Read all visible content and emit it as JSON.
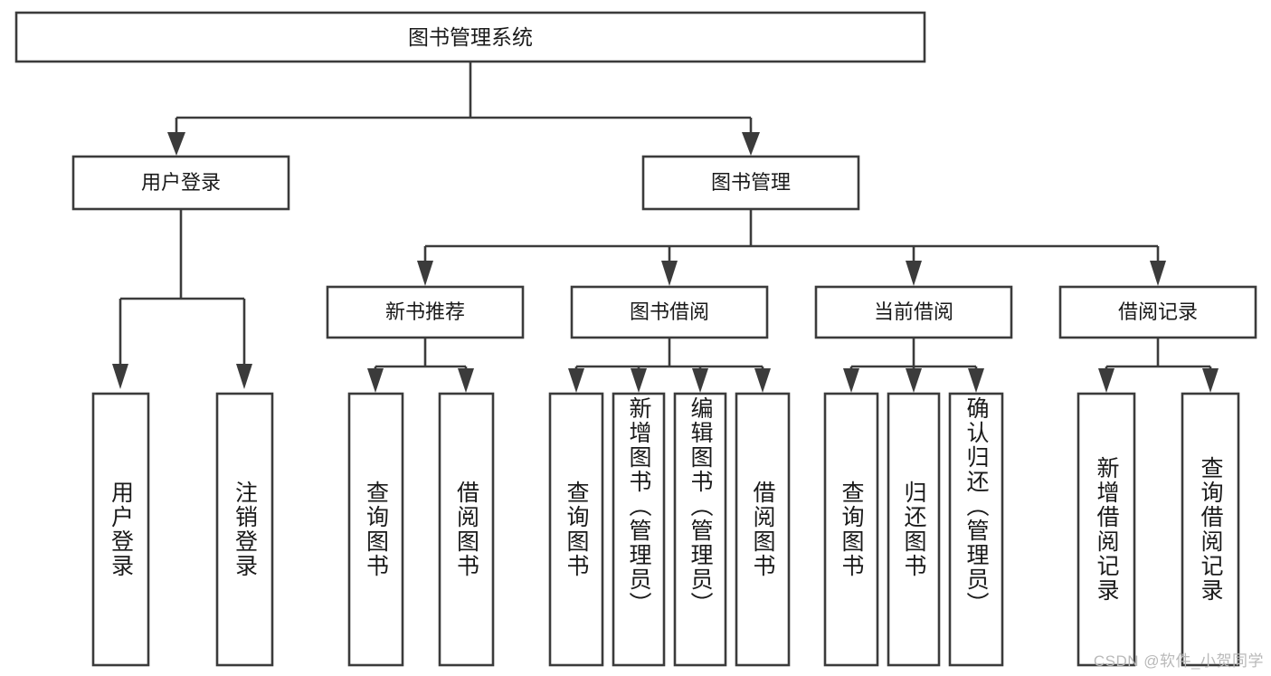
{
  "diagram": {
    "title": "图书管理系统",
    "type": "hierarchy-tree",
    "watermark": "CSDN @软件_小贺同学",
    "colors": {
      "stroke": "#3b3b3b",
      "box_fill": "#ffffff",
      "text": "#1a1a1a",
      "background": "#ffffff",
      "watermark": "#b9b9b9"
    }
  },
  "root": {
    "label": "图书管理系统"
  },
  "level2": [
    {
      "id": "user-login",
      "label": "用户登录"
    },
    {
      "id": "book-manage",
      "label": "图书管理"
    }
  ],
  "level3": [
    {
      "id": "new-book-recommend",
      "label": "新书推荐",
      "parent": "book-manage"
    },
    {
      "id": "book-borrow",
      "label": "图书借阅",
      "parent": "book-manage"
    },
    {
      "id": "current-borrow",
      "label": "当前借阅",
      "parent": "book-manage"
    },
    {
      "id": "borrow-record",
      "label": "借阅记录",
      "parent": "book-manage"
    }
  ],
  "leaves": {
    "user_login": [
      {
        "id": "leaf-user-login",
        "label": "用户登录"
      },
      {
        "id": "leaf-logout",
        "label": "注销登录"
      }
    ],
    "new_book_recommend": [
      {
        "id": "leaf-query-book-1",
        "label": "查询图书"
      },
      {
        "id": "leaf-borrow-book-1",
        "label": "借阅图书"
      }
    ],
    "book_borrow": [
      {
        "id": "leaf-query-book-2",
        "label": "查询图书"
      },
      {
        "id": "leaf-add-book",
        "label": "新增图书（管理员）"
      },
      {
        "id": "leaf-edit-book",
        "label": "编辑图书（管理员）"
      },
      {
        "id": "leaf-borrow-book-2",
        "label": "借阅图书"
      }
    ],
    "current_borrow": [
      {
        "id": "leaf-query-book-3",
        "label": "查询图书"
      },
      {
        "id": "leaf-return-book",
        "label": "归还图书"
      },
      {
        "id": "leaf-confirm-return",
        "label": "确认归还（管理员）"
      }
    ],
    "borrow_record": [
      {
        "id": "leaf-add-record",
        "label": "新增借阅记录"
      },
      {
        "id": "leaf-query-record",
        "label": "查询借阅记录"
      }
    ]
  },
  "chart_data": {
    "type": "table",
    "title": "图书管理系统 功能结构图",
    "nodes": [
      {
        "level": 0,
        "label": "图书管理系统",
        "parent": null
      },
      {
        "level": 1,
        "label": "用户登录",
        "parent": "图书管理系统"
      },
      {
        "level": 1,
        "label": "图书管理",
        "parent": "图书管理系统"
      },
      {
        "level": 2,
        "label": "用户登录",
        "parent": "用户登录"
      },
      {
        "level": 2,
        "label": "注销登录",
        "parent": "用户登录"
      },
      {
        "level": 2,
        "label": "新书推荐",
        "parent": "图书管理"
      },
      {
        "level": 2,
        "label": "图书借阅",
        "parent": "图书管理"
      },
      {
        "level": 2,
        "label": "当前借阅",
        "parent": "图书管理"
      },
      {
        "level": 2,
        "label": "借阅记录",
        "parent": "图书管理"
      },
      {
        "level": 3,
        "label": "查询图书",
        "parent": "新书推荐"
      },
      {
        "level": 3,
        "label": "借阅图书",
        "parent": "新书推荐"
      },
      {
        "level": 3,
        "label": "查询图书",
        "parent": "图书借阅"
      },
      {
        "level": 3,
        "label": "新增图书（管理员）",
        "parent": "图书借阅"
      },
      {
        "level": 3,
        "label": "编辑图书（管理员）",
        "parent": "图书借阅"
      },
      {
        "level": 3,
        "label": "借阅图书",
        "parent": "图书借阅"
      },
      {
        "level": 3,
        "label": "查询图书",
        "parent": "当前借阅"
      },
      {
        "level": 3,
        "label": "归还图书",
        "parent": "当前借阅"
      },
      {
        "level": 3,
        "label": "确认归还（管理员）",
        "parent": "当前借阅"
      },
      {
        "level": 3,
        "label": "新增借阅记录",
        "parent": "借阅记录"
      },
      {
        "level": 3,
        "label": "查询借阅记录",
        "parent": "借阅记录"
      }
    ]
  }
}
